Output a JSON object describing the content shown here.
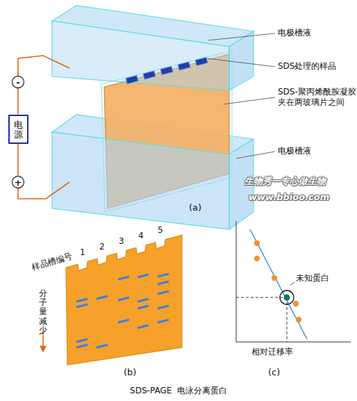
{
  "diagram": {
    "caption": "SDS-PAGE  电泳分离蛋白",
    "nodes": [
      {
        "text": [
          "电源"
        ]
      },
      {
        "text": [
          "-"
        ]
      },
      {
        "text": [
          "+"
        ]
      }
    ],
    "edges": [
      {
        "from": 0,
        "to": 1,
        "arrow": "none"
      },
      {
        "from": 0,
        "to": 2,
        "arrow": "none"
      }
    ],
    "labels": [
      "电极槽液",
      "SDS处理的样品",
      "SDS-聚丙烯酰胺凝胶 夹在两玻璃片之间",
      "电极槽液",
      "生物秀一专心做生物",
      "www.bbioo.com",
      "(a)",
      "样品槽编号",
      "1",
      "2",
      "3",
      "4",
      "5",
      "分子量减少",
      "(b)",
      "未知蛋白",
      "相对迁移率",
      "(c)"
    ]
  }
}
